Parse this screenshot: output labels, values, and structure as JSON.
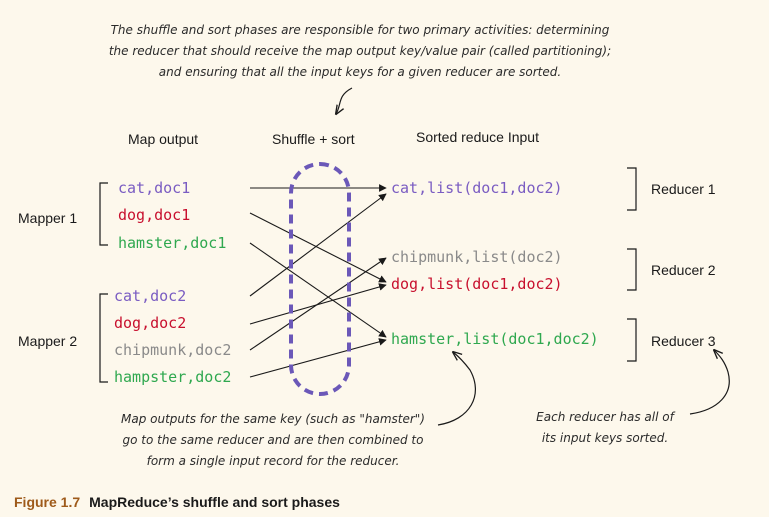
{
  "callouts": {
    "top": [
      "The shuffle and sort phases are responsible for two primary activities: determining",
      "the reducer that should receive the map output key/value pair (called partitioning);",
      "and ensuring that all the input keys for a given reducer are sorted."
    ],
    "bottom_left": [
      "Map outputs for the same key (such as \"hamster\")",
      "go to the same reducer and are then combined to",
      "form a single input record for the reducer."
    ],
    "bottom_right": [
      "Each reducer has all of",
      "its input keys sorted."
    ]
  },
  "headers": {
    "map_output": "Map output",
    "shuffle_sort": "Shuffle + sort",
    "sorted_reduce_input": "Sorted reduce Input"
  },
  "mappers": [
    {
      "label": "Mapper 1",
      "outputs": [
        {
          "text": "cat,doc1",
          "color": "#7a5cc2"
        },
        {
          "text": "dog,doc1",
          "color": "#c8102e"
        },
        {
          "text": "hamster,doc1",
          "color": "#2fa84f"
        }
      ]
    },
    {
      "label": "Mapper 2",
      "outputs": [
        {
          "text": "cat,doc2",
          "color": "#7a5cc2"
        },
        {
          "text": "dog,doc2",
          "color": "#c8102e"
        },
        {
          "text": "chipmunk,doc2",
          "color": "#8a8a8a"
        },
        {
          "text": "hampster,doc2",
          "color": "#2fa84f"
        }
      ]
    }
  ],
  "reduce_inputs": [
    {
      "text": "cat,list(doc1,doc2)",
      "color": "#7a5cc2"
    },
    {
      "text": "chipmunk,list(doc2)",
      "color": "#8a8a8a"
    },
    {
      "text": "dog,list(doc1,doc2)",
      "color": "#c8102e"
    },
    {
      "text": "hamster,list(doc1,doc2)",
      "color": "#2fa84f"
    }
  ],
  "reducers": [
    "Reducer 1",
    "Reducer 2",
    "Reducer 3"
  ],
  "colors": {
    "shuffle_oval": "#6b58b8",
    "figure_label": "#9e5a1a",
    "background": "#fdf8ec"
  },
  "caption": {
    "figure": "Figure 1.7",
    "title": "MapReduce’s shuffle and sort phases"
  }
}
